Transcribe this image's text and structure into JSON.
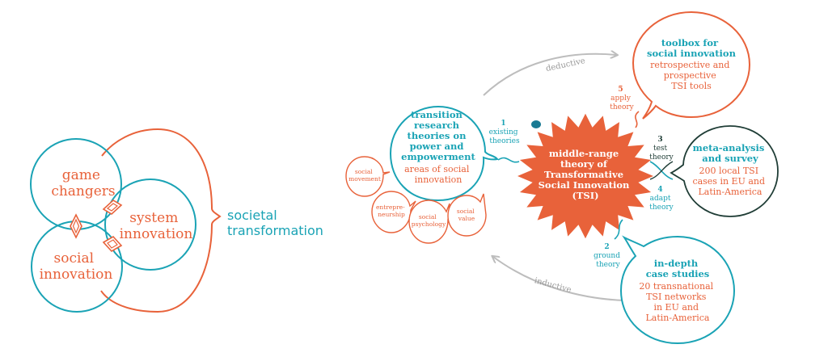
{
  "colors": {
    "orange": "#e8623a",
    "teal": "#1aa3b5",
    "gray": "#bdbdbd",
    "dark": "#1f3d36",
    "white": "#ffffff"
  },
  "left": {
    "game_changers": [
      "game",
      "changers"
    ],
    "system_innovation": [
      "system",
      "innovation"
    ],
    "social_innovation": [
      "social",
      "innovation"
    ],
    "societal_transformation": [
      "societal",
      "transformation"
    ]
  },
  "arrows": {
    "deductive": "deductive",
    "inductive": "inductive"
  },
  "center": {
    "lines": [
      "middle-range",
      "theory of",
      "Transformative",
      "Social Innovation",
      "(TSI)"
    ]
  },
  "transition": {
    "bold_lines": [
      "transition",
      "research",
      "theories on",
      "power and",
      "empowerment"
    ],
    "normal_lines": [
      "areas of social",
      "innovation"
    ]
  },
  "small_circles": {
    "social_movement": [
      "social",
      "movement"
    ],
    "entrepreneurship": [
      "entrepre-",
      "neurship"
    ],
    "social_psychology": [
      "social",
      "psychology"
    ],
    "social_value": [
      "social",
      "value"
    ]
  },
  "steps": {
    "s1": {
      "num": "1",
      "lines": [
        "existing",
        "theories"
      ]
    },
    "s2": {
      "num": "2",
      "lines": [
        "ground",
        "theory"
      ]
    },
    "s3": {
      "num": "3",
      "lines": [
        "test",
        "theory"
      ]
    },
    "s4": {
      "num": "4",
      "lines": [
        "adapt",
        "theory"
      ]
    },
    "s5": {
      "num": "5",
      "lines": [
        "apply",
        "theory"
      ]
    }
  },
  "toolbox": {
    "bold_lines": [
      "toolbox for",
      "social innovation"
    ],
    "normal_lines": [
      "retrospective and",
      "prospective",
      "TSI tools"
    ]
  },
  "meta": {
    "bold_lines": [
      "meta-analysis",
      "and survey"
    ],
    "normal_lines": [
      "200 local TSI",
      "cases in EU and",
      "Latin-America"
    ]
  },
  "cases": {
    "bold_lines": [
      "in-depth",
      "case studies"
    ],
    "normal_lines": [
      "20 transnational",
      "TSI networks",
      "in EU and",
      "Latin-America"
    ]
  }
}
